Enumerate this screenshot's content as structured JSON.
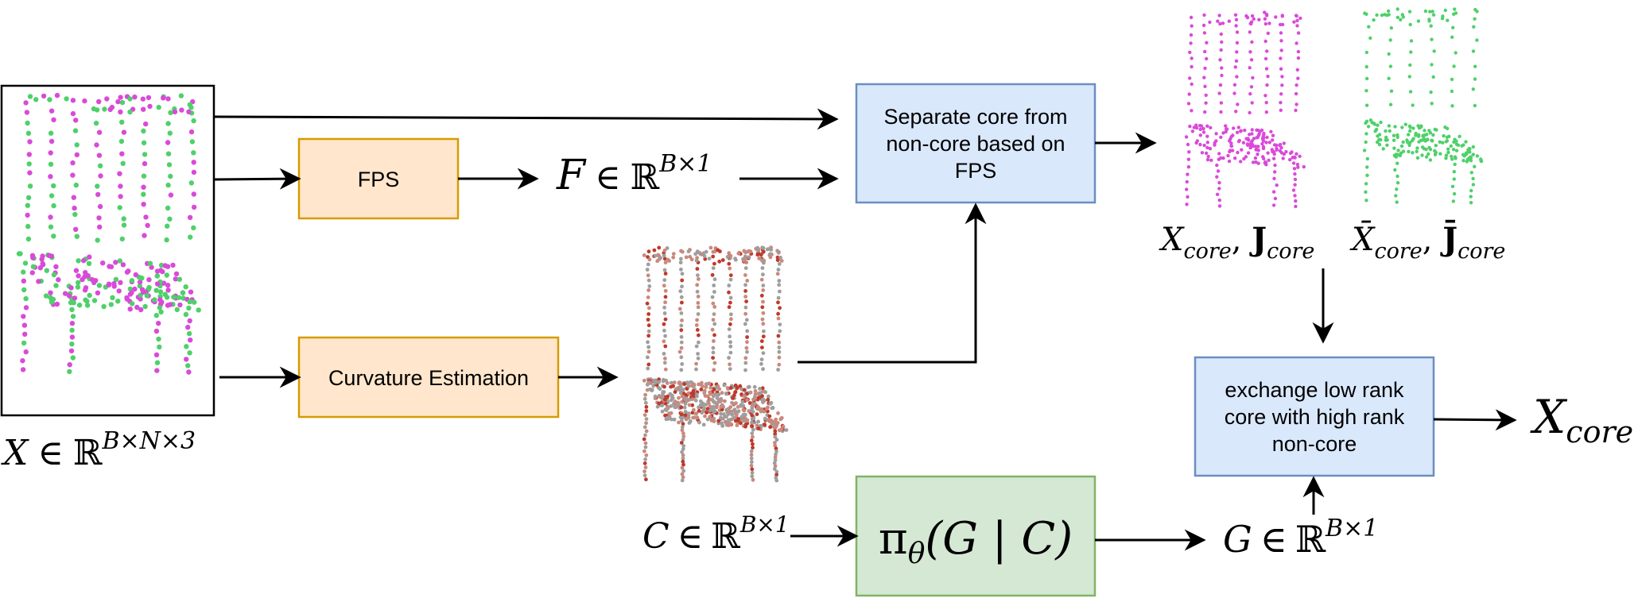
{
  "boxes": {
    "fps": "FPS",
    "curvature": "Curvature Estimation",
    "separate": [
      "Separate core from",
      "non-core based on",
      "FPS"
    ],
    "exchange": [
      "exchange low rank",
      "core with high rank",
      "non-core"
    ]
  },
  "labels": {
    "x_input": {
      "var": "X",
      "rel": "∈",
      "set": "ℝ",
      "sup": "B×N×3"
    },
    "f_fps": {
      "var": "F",
      "rel": "∈",
      "set": "ℝ",
      "sup": "B×1"
    },
    "c_curv": {
      "var": "C",
      "rel": "∈",
      "set": "ℝ",
      "sup": "B×1"
    },
    "g_out": {
      "var": "G",
      "rel": "∈",
      "set": "ℝ",
      "sup": "B×1"
    },
    "x_core_j": {
      "var": "X",
      "sub": "core",
      "sep": ", ",
      "var2": "J",
      "sub2": "core"
    },
    "xbar_core_j": {
      "var": "X̄",
      "sub": "core",
      "sep": ", ",
      "var2": "J̄",
      "sub2": "core"
    },
    "policy": {
      "pi": "π",
      "theta": "θ",
      "args": "(G | C)"
    },
    "x_core_out": {
      "var": "X",
      "sub": "core"
    }
  },
  "colors": {
    "orange_fill": "#ffe6cc",
    "orange_stroke": "#d79b00",
    "blue_fill": "#dae8fc",
    "blue_stroke": "#6c8ebf",
    "green_fill": "#d5e8d4",
    "green_stroke": "#82b366",
    "magenta_point": "#d94ad9",
    "green_point": "#4fd06a",
    "red_point": "#c0392b"
  }
}
